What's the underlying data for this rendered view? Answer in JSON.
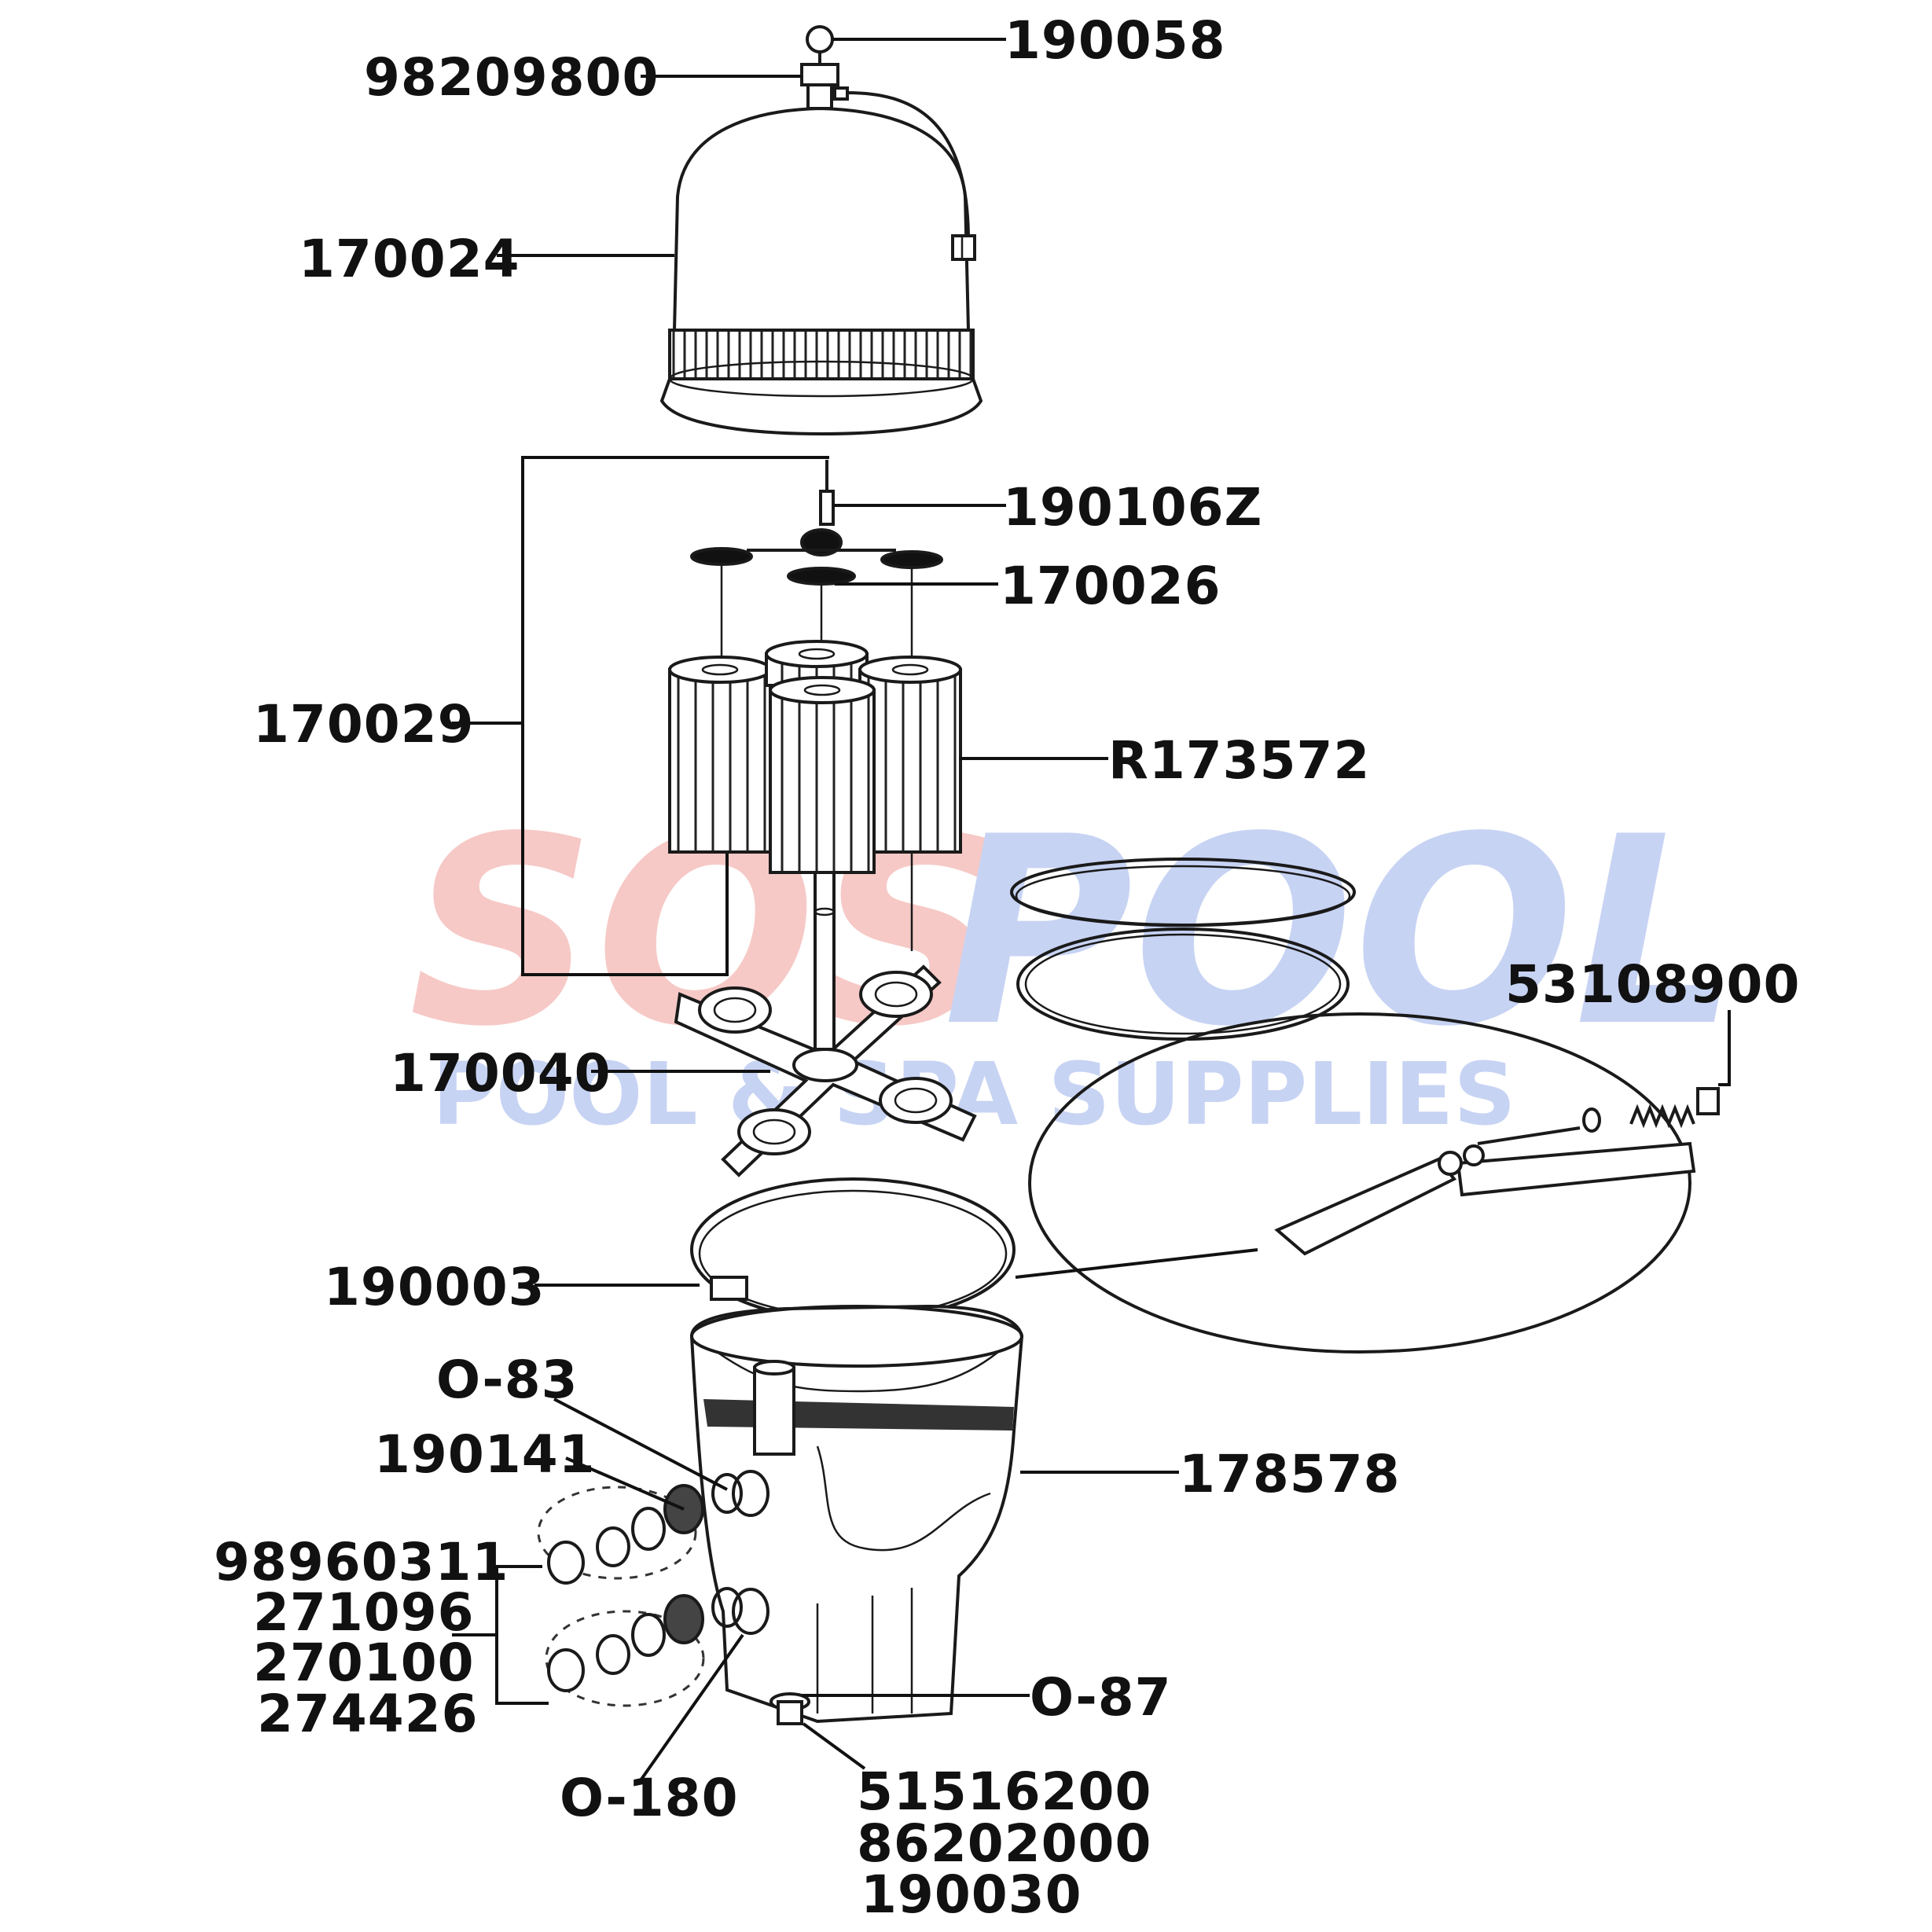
{
  "watermark": {
    "brand_left": "SOS",
    "brand_right": "POOL",
    "subtitle": "POOL & SPA SUPPLIES",
    "colors": {
      "left": "#f6c9c6",
      "right": "#c7d3f3",
      "subtitle": "#c7d3f3"
    }
  },
  "parts": {
    "p190058": "190058",
    "p98209800": "98209800",
    "p170024": "170024",
    "p190106Z": "190106Z",
    "p170026": "170026",
    "p170029": "170029",
    "pR173572": "R173572",
    "p53108900": "53108900",
    "p170040": "170040",
    "p190003": "190003",
    "pO83": "O-83",
    "p190141": "190141",
    "p178578": "178578",
    "p98960311": "98960311",
    "p271096": "271096",
    "p270100": "270100",
    "p274426": "274426",
    "pO87": "O-87",
    "pO180": "O-180",
    "p51516200": "51516200",
    "p86202000": "86202000",
    "p190030": "190030"
  }
}
